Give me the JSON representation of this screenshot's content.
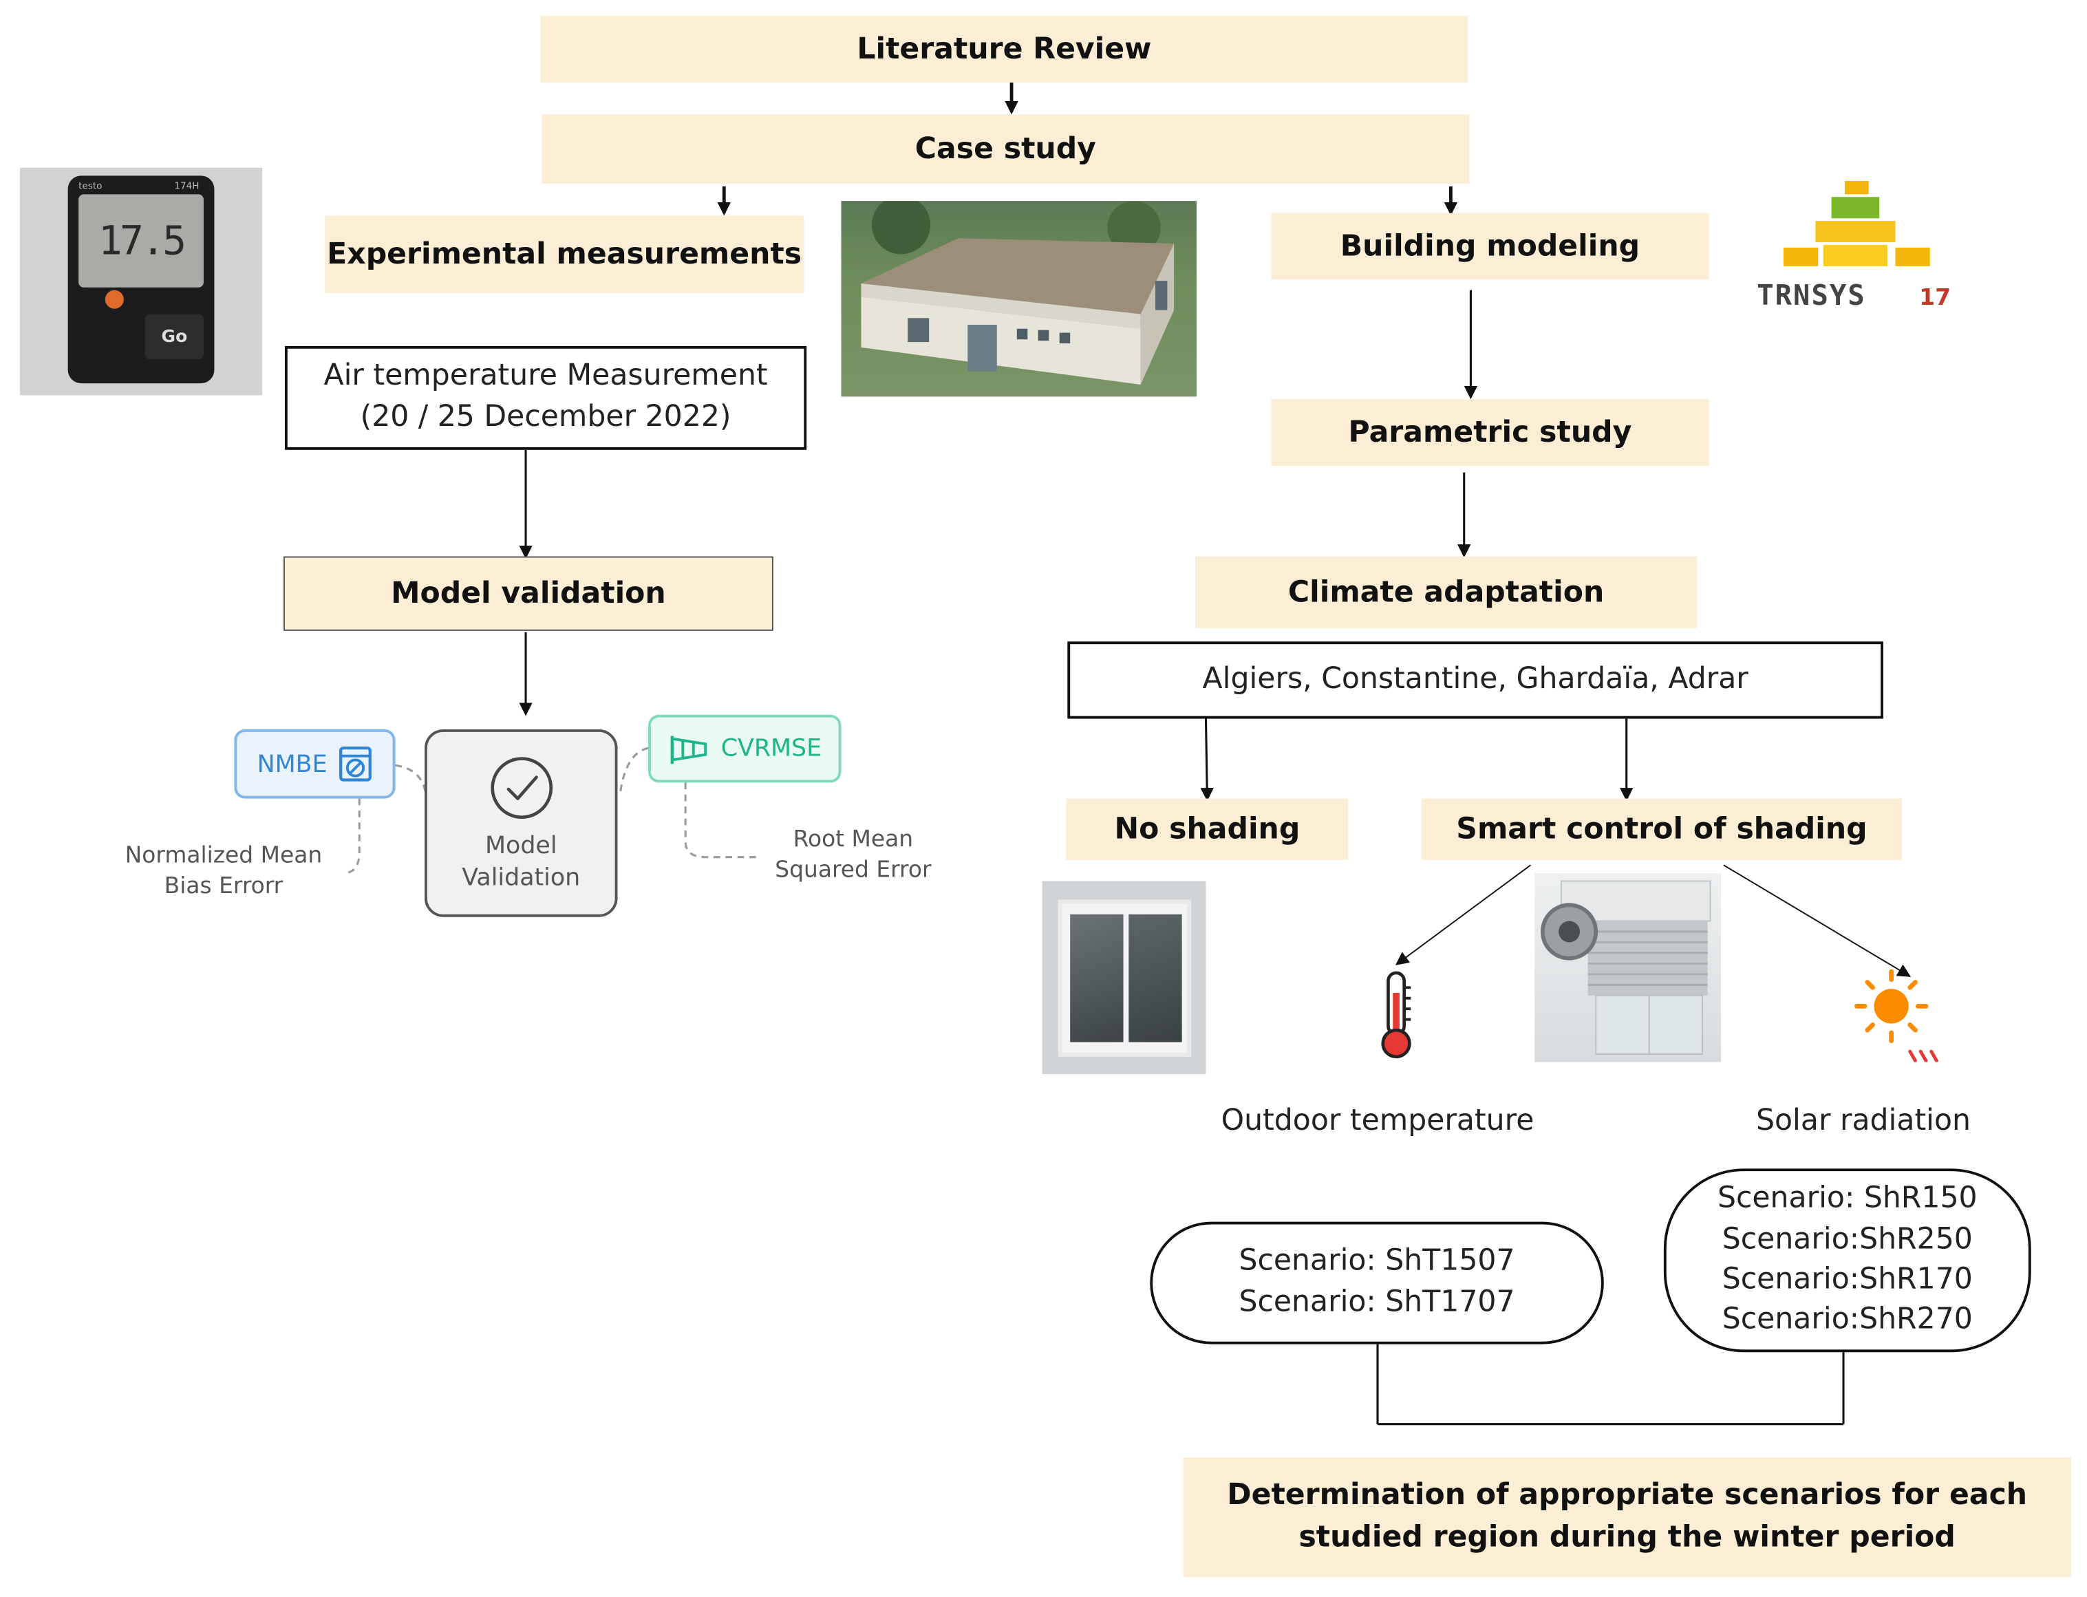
{
  "steps": {
    "literature_review": "Literature Review",
    "case_study": "Case study",
    "experimental_measurements": "Experimental measurements",
    "building_modeling": "Building modeling",
    "air_temperature": [
      "Air temperature Measurement",
      "(20 / 25 December 2022)"
    ],
    "parametric_study": "Parametric study",
    "model_validation": "Model validation",
    "climate_adaptation": "Climate adaptation",
    "cities": "Algiers, Constantine, Ghardaïa, Adrar",
    "no_shading": "No shading",
    "smart_control": "Smart control of shading",
    "outdoor_temperature": "Outdoor temperature",
    "solar_radiation": "Solar radiation",
    "scenarios_temperature": [
      "Scenario: ShT1507",
      "Scenario: ShT1707"
    ],
    "scenarios_radiation": [
      "Scenario: ShR150",
      "Scenario:ShR250",
      "Scenario:ShR170",
      "Scenario:ShR270"
    ],
    "determination": [
      "Determination of appropriate scenarios for each",
      "studied region during the winter period"
    ]
  },
  "validation": {
    "nmbe": "NMBE",
    "nmbe_desc": [
      "Normalized Mean",
      "Bias Errorr"
    ],
    "center": [
      "Model",
      "Validation"
    ],
    "cvrmse": "CVRMSE",
    "cvrmse_desc": [
      "Root Mean",
      "Squared Error"
    ]
  },
  "logo": {
    "name": "TRNSYS",
    "version": "17"
  },
  "device": {
    "brand": "testo",
    "model": "174H",
    "reading": "17.5",
    "button": "Go"
  },
  "colors": {
    "box_fill": "#fbeed5",
    "nmbe": "#2f86d6",
    "cvrmse": "#1fb58a"
  }
}
